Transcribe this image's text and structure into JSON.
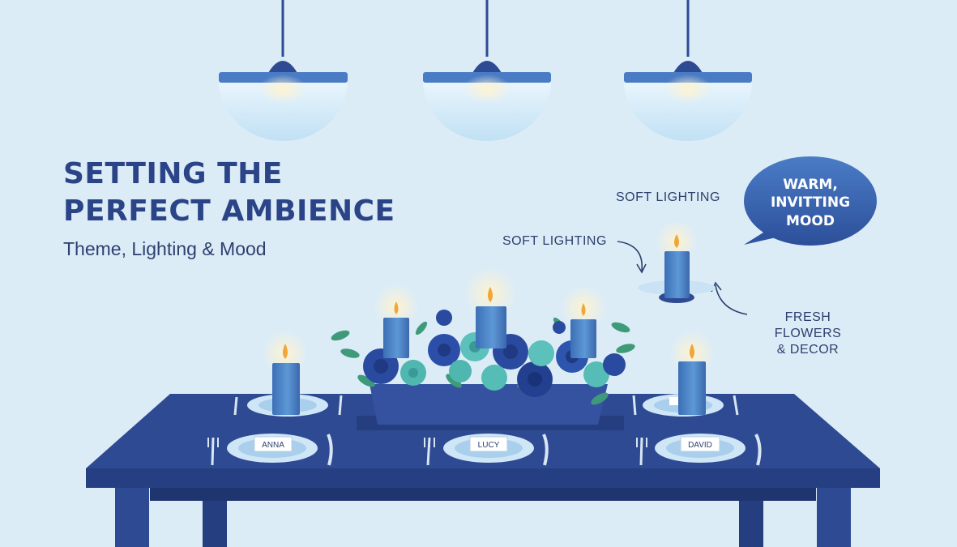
{
  "title_line1": "SETTING THE",
  "title_line2": "PERFECT AMBIENCE",
  "subtitle": "Theme, Lighting & Mood",
  "callouts": {
    "soft_lighting_top": "SOFT LIGHTING",
    "soft_lighting_left": "SOFT LIGHTING",
    "fresh_flowers_line1": "FRESH FLOWERS",
    "fresh_flowers_line2": "& DECOR"
  },
  "speech_bubble": [
    "WARM,",
    "INVITTING",
    "MOOD"
  ],
  "place_cards": [
    "ANNA",
    "LUCY",
    "DAVID"
  ],
  "colors": {
    "background": "#dcecf7",
    "table": "#2e4a92",
    "title": "#2b4487",
    "candle": "#4a83c6",
    "flame": "#f0a63a"
  }
}
